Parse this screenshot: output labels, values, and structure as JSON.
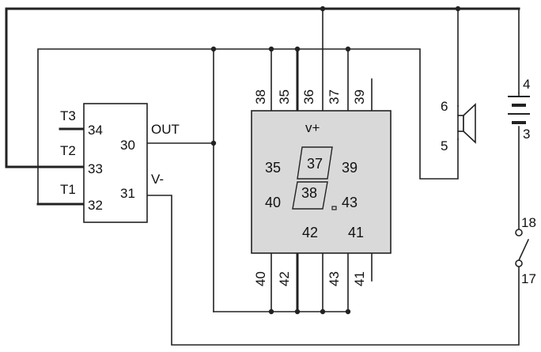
{
  "timer": {
    "pins": {
      "t3": "T3",
      "t2": "T2",
      "t1": "T1",
      "out": "OUT",
      "vminus": "V-"
    },
    "numbers": {
      "n34": "34",
      "n33": "33",
      "n32": "32",
      "n30": "30",
      "n31": "31"
    }
  },
  "display": {
    "vplus": "v+",
    "top_pins": [
      "38",
      "35",
      "36",
      "37",
      "39"
    ],
    "bottom_pins": [
      "40",
      "42",
      "43",
      "41"
    ],
    "inner": {
      "l35": "35",
      "l39": "39",
      "l40": "40",
      "l43": "43",
      "l42": "42",
      "l41": "41"
    },
    "digits": {
      "upper": "37",
      "lower": "38"
    },
    "box_color": "#d9d9d9"
  },
  "speaker": {
    "pin_top": "6",
    "pin_bottom": "5",
    "icon": "speaker-icon"
  },
  "battery": {
    "pin_top": "4",
    "pin_bottom": "3",
    "icon": "battery-icon"
  },
  "switch": {
    "pin_top": "18",
    "pin_bottom": "17",
    "icon": "switch-icon"
  }
}
